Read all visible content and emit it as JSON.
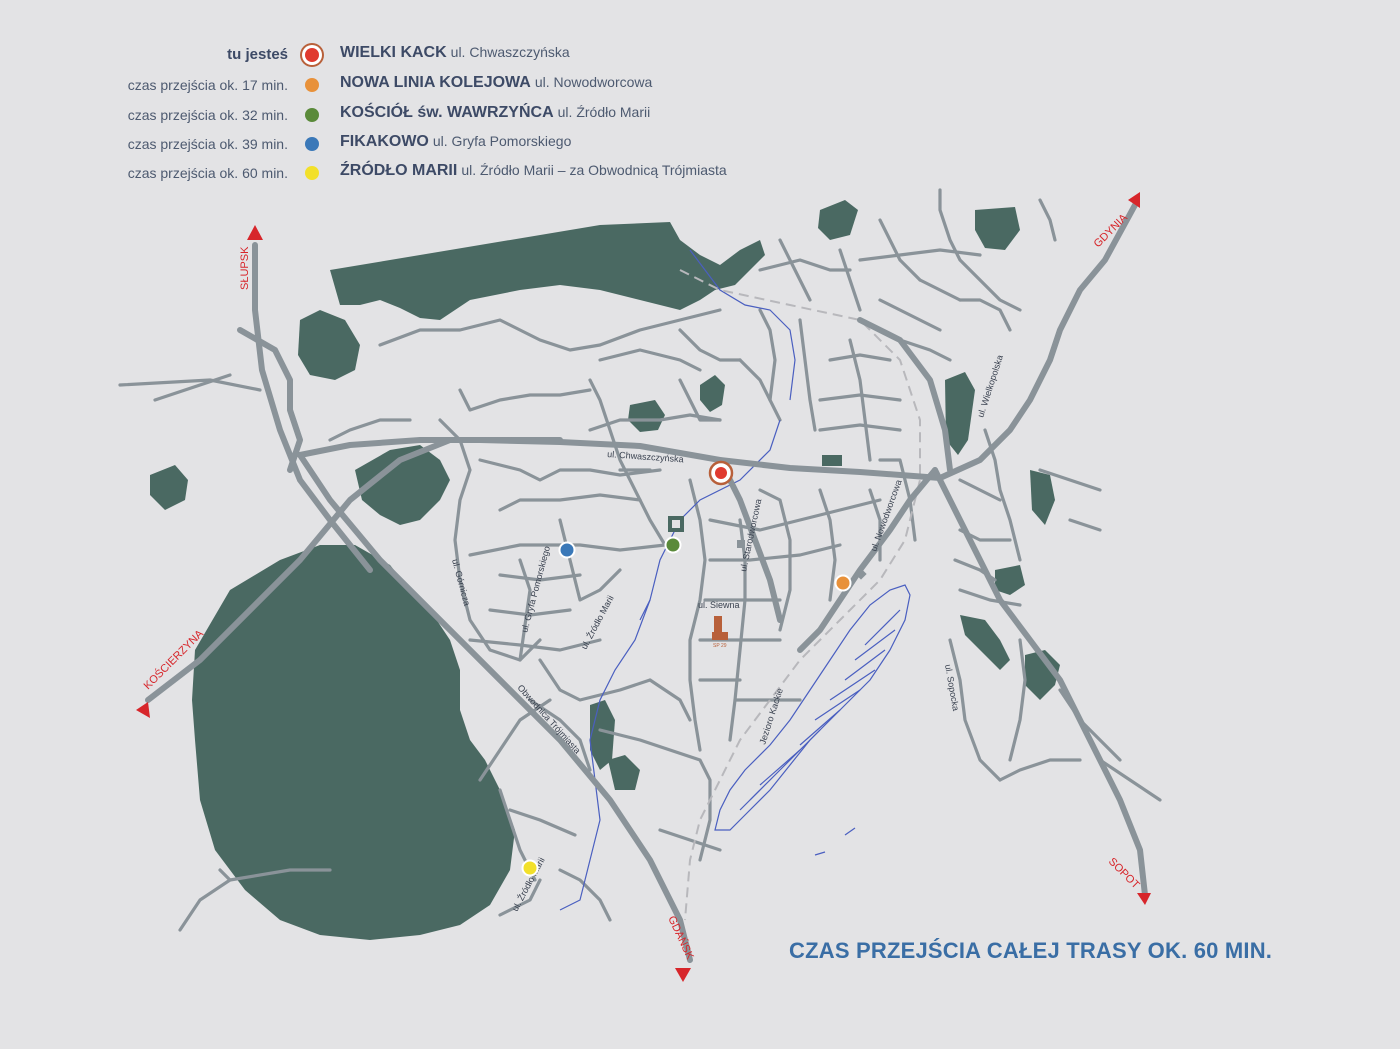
{
  "colors": {
    "background": "#e3e3e5",
    "forest": "#4a6962",
    "road": "#8a9399",
    "water": "#4a5fc0",
    "arrow": "#d7262b",
    "direction_text": "#d7262b",
    "total_time_text": "#3a6ea5"
  },
  "legend": [
    {
      "time": "tu jesteś",
      "place": "WIELKI KACK",
      "street": "ul. Chwaszczyńska",
      "color": "#e03a2f",
      "icon": "current-location-marker"
    },
    {
      "time": "czas przejścia ok. 17 min.",
      "place": "NOWA LINIA KOLEJOWA",
      "street": "ul. Nowodworcowa",
      "color": "#e8913a",
      "icon": "orange-point-marker"
    },
    {
      "time": "czas przejścia ok. 32 min.",
      "place": "KOŚCIÓŁ św. WAWRZYŃCA",
      "street": "ul. Źródło Marii",
      "color": "#5a8a3a",
      "icon": "green-point-marker"
    },
    {
      "time": "czas przejścia ok. 39 min.",
      "place": "FIKAKOWO",
      "street": "ul. Gryfa Pomorskiego",
      "color": "#3a78b8",
      "icon": "blue-point-marker"
    },
    {
      "time": "czas przejścia ok. 60 min.",
      "place": "ŹRÓDŁO MARII",
      "street": "ul. Źródło Marii – za Obwodnicą Trójmiasta",
      "color": "#f2e02a",
      "icon": "yellow-point-marker"
    }
  ],
  "directions": {
    "slupsk": "SŁUPSK",
    "gdynia": "GDYNIA",
    "koscierzyna": "KOŚCIERZYNA",
    "sopot": "SOPOT",
    "gdansk": "GDAŃSK"
  },
  "street_labels": {
    "chwaszczynska": "ul. Chwaszczyńska",
    "starodworcowa": "ul. Starodworcowa",
    "nowodworcowa": "ul. Nowodworcowa",
    "wielkopolska": "ul. Wielkopolska",
    "gryfa": "ul. Gryfa Pomorskiego",
    "gornicza": "ul. Górnicza",
    "zrodlo_marii_1": "ul. Źródło Marii",
    "zrodlo_marii_2": "ul. Źródło Marii",
    "siewna": "ul. Siewna",
    "obwodnica": "Obwodnica Trójmiasta",
    "sopocka": "ul. Sopocka",
    "jezioro": "Jezioro Kackie",
    "school": "SP 29"
  },
  "total_time": "CZAS PRZEJŚCIA CAŁEJ TRASY OK. 60 MIN."
}
